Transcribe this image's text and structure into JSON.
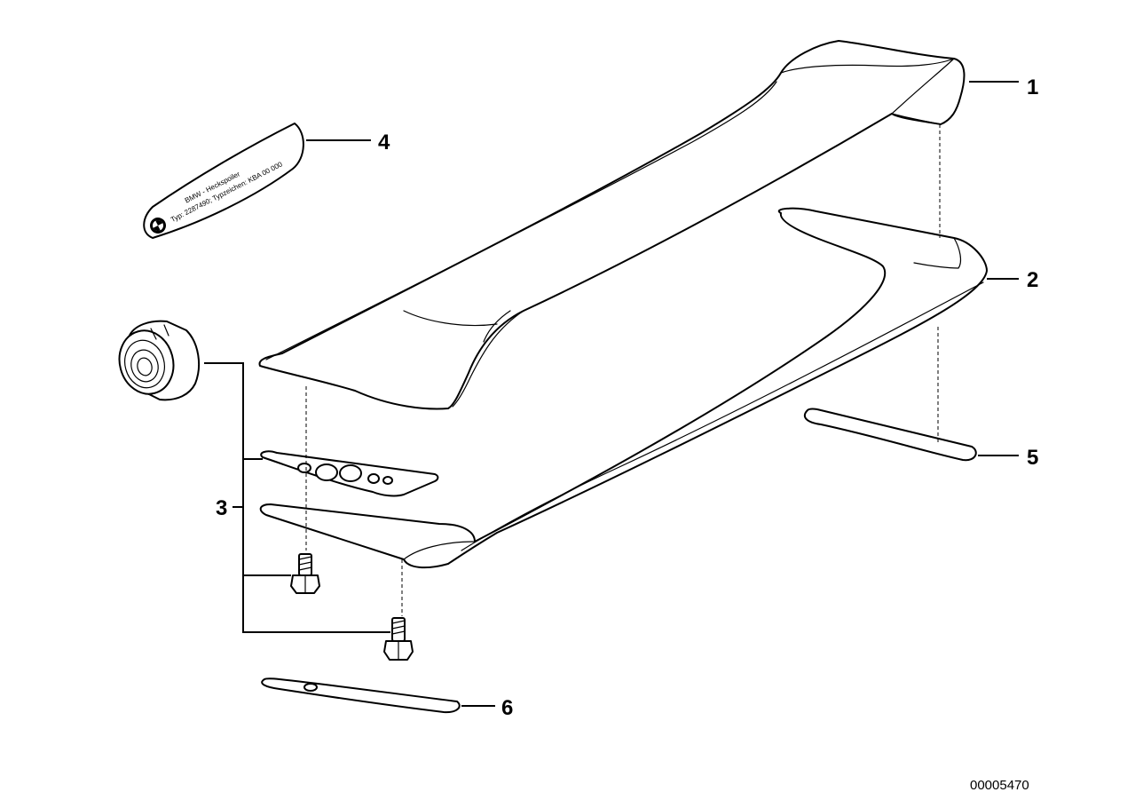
{
  "callouts": {
    "spoiler": "1",
    "base_plate": "2",
    "mounting_kit": "3",
    "type_label": "4",
    "right_gasket": "5",
    "left_gasket": "6"
  },
  "label_plate": {
    "line1": "BMW - Heckspoiler",
    "line2": "Typ: 2287490; Typzeichen: KBA 00 000"
  },
  "diagram_id": "00005470"
}
